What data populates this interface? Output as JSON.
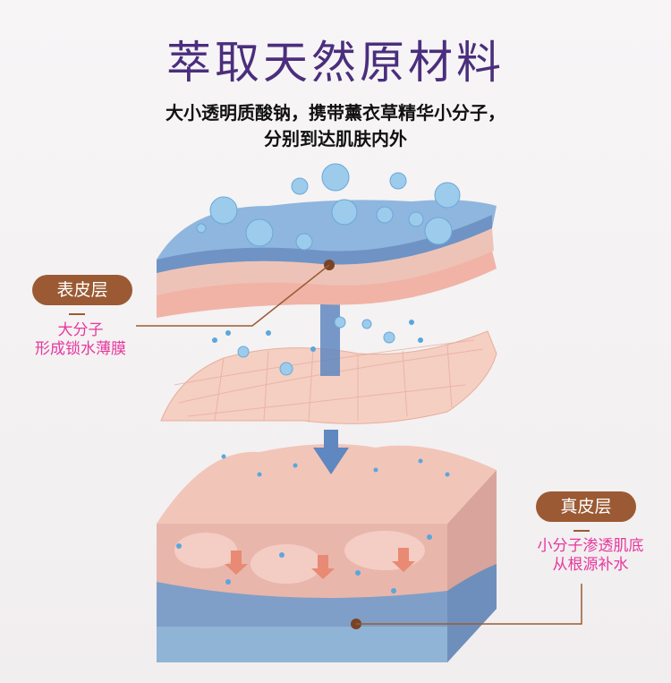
{
  "title": "萃取天然原材料",
  "subtitle": {
    "line1": "大小透明质酸钠，携带薰衣草精华小分子，",
    "line2": "分别到达肌肤内外"
  },
  "epidermis": {
    "label": "表皮层",
    "desc_line1": "大分子",
    "desc_line2": "形成锁水薄膜"
  },
  "dermis": {
    "label": "真皮层",
    "desc_line1": "小分子渗透肌底",
    "desc_line2": "从根源补水"
  },
  "colors": {
    "title": "#4b2e7d",
    "pill": "#9b5a33",
    "desc": "#e8379e"
  }
}
